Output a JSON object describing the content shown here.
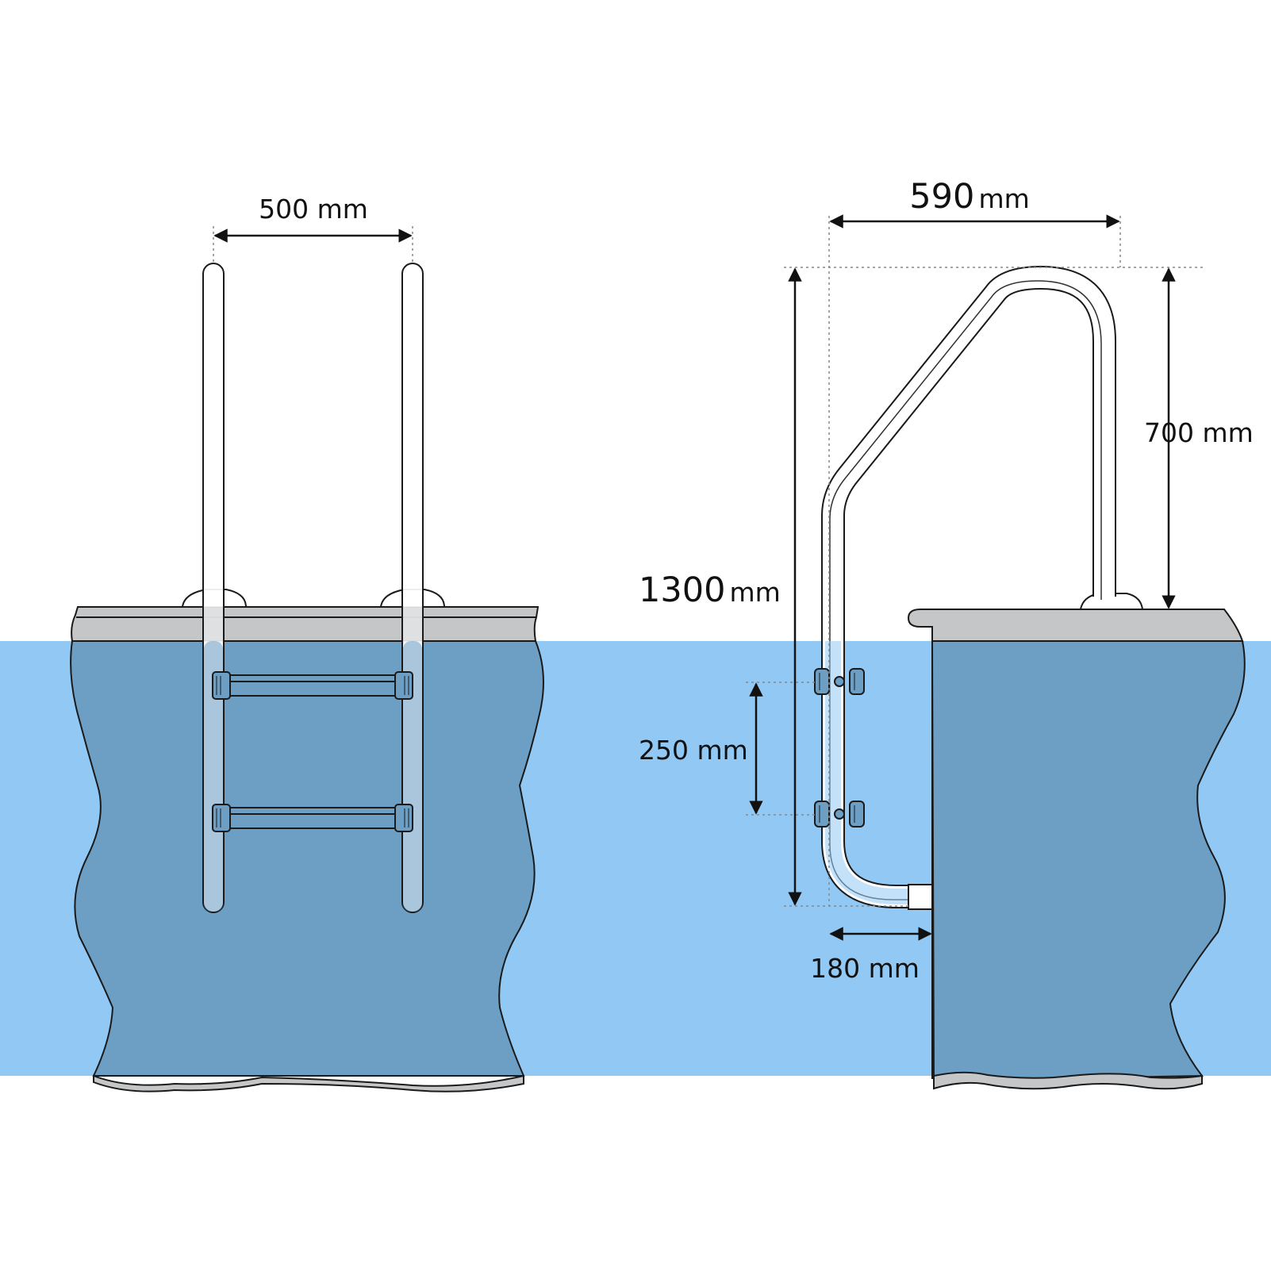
{
  "colors": {
    "water": "#92c8f4",
    "wall_underwater": "#6d9ec4",
    "deck": "#c4c6c8",
    "tube": "#ffffff",
    "outline": "#1a1a1a",
    "dimension": "#111111"
  },
  "front_view": {
    "width_label": {
      "value": "500",
      "unit": "mm"
    }
  },
  "side_view": {
    "width_label": {
      "value": "590",
      "unit": "mm"
    },
    "height_total_label": {
      "value": "1300",
      "unit": "mm"
    },
    "handrail_height_label": {
      "value": "700",
      "unit": "mm"
    },
    "step_spacing_label": {
      "value": "250",
      "unit": "mm"
    },
    "wall_distance_label": {
      "value": "180",
      "unit": "mm"
    }
  }
}
